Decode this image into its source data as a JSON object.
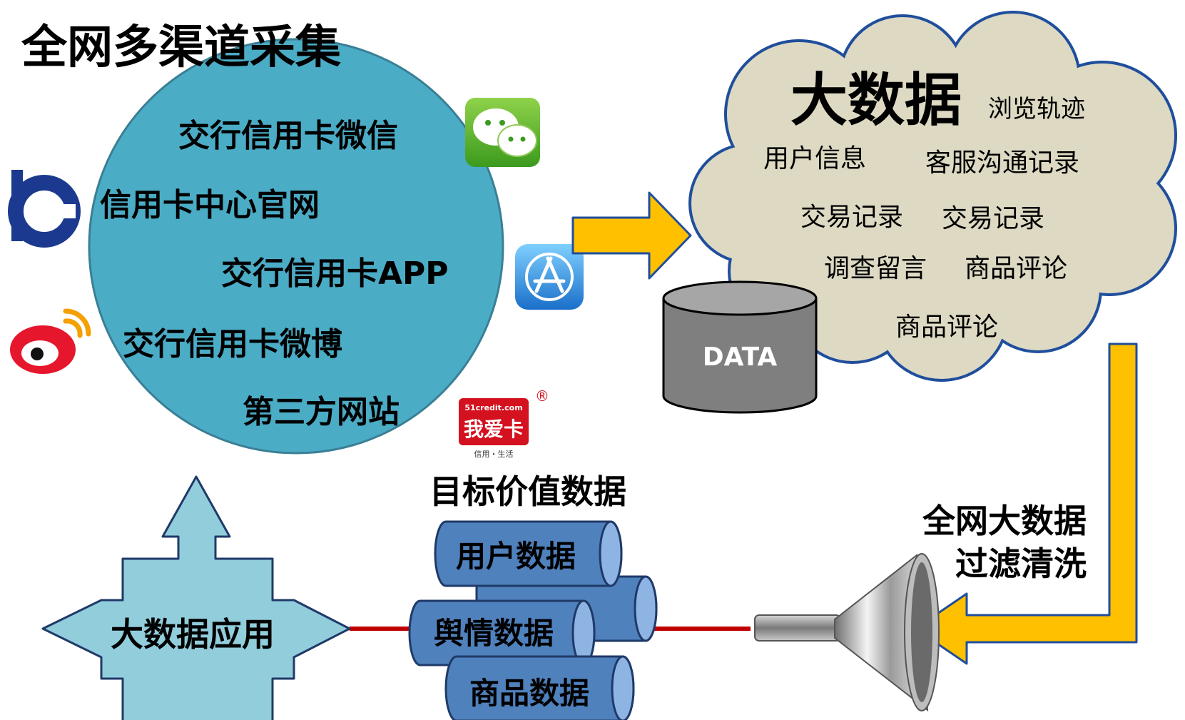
{
  "title": "全网多渠道采集",
  "channels": [
    "交行信用卡微信",
    "信用卡中心官网",
    "交行信用卡APP",
    "交行信用卡微博",
    "第三方网站"
  ],
  "logos": {
    "wechat": "wechat-icon",
    "bocom": "bocom-logo-icon",
    "appstore": "app-store-icon",
    "weibo": "weibo-icon",
    "woaika": {
      "icon": "woaika-logo-icon",
      "url_text": "51credit.com",
      "name_text": "我爱卡",
      "tagline": "信用・生活",
      "registered": "®"
    }
  },
  "big_data": {
    "title": "大数据",
    "items": [
      "浏览轨迹",
      "用户信息",
      "客服沟通记录",
      "交易记录",
      "交易记录",
      "调查留言",
      "商品评论",
      "商品评论"
    ],
    "database_label": "DATA"
  },
  "filter": {
    "line1": "全网大数据",
    "line2": "过滤清洗",
    "icon": "funnel-icon"
  },
  "target": {
    "title": "目标价值数据",
    "cylinders": [
      "用户数据",
      "舆情数据",
      "商品数据"
    ]
  },
  "application": {
    "label": "大数据应用"
  },
  "colors": {
    "circle": "#4BACC6",
    "cloud": "#DDD9C3",
    "cloud_border": "#1F4E9C",
    "arrow": "#FFC000",
    "cylinder": "#4F81BD",
    "cross_arrow": "#92CDDC",
    "line": "#C00000",
    "db": "#7F7F7F"
  }
}
